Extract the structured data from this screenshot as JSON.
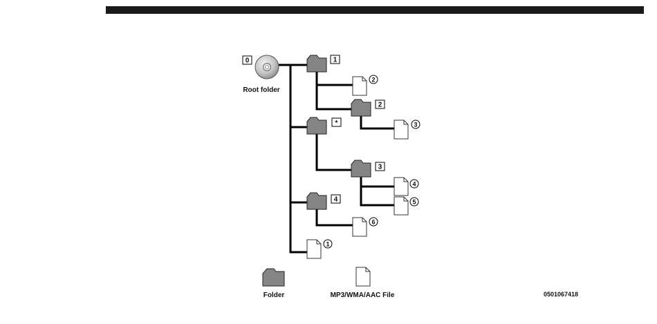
{
  "root": {
    "label": "Root folder",
    "number": "0"
  },
  "folders": [
    {
      "id": "folder-1",
      "number": "1"
    },
    {
      "id": "folder-2",
      "number": "2"
    },
    {
      "id": "folder-star",
      "number": "*"
    },
    {
      "id": "folder-3",
      "number": "3"
    },
    {
      "id": "folder-4",
      "number": "4"
    }
  ],
  "files": [
    {
      "id": "file-2",
      "number": "2"
    },
    {
      "id": "file-3",
      "number": "3"
    },
    {
      "id": "file-4",
      "number": "4"
    },
    {
      "id": "file-5",
      "number": "5"
    },
    {
      "id": "file-6",
      "number": "6"
    },
    {
      "id": "file-1",
      "number": "1"
    }
  ],
  "legend": {
    "folder_label": "Folder",
    "file_label": "MP3/WMA/AAC File"
  },
  "figure_id": "0501067418",
  "colors": {
    "folder": "#858585",
    "bar": "#1a1a1a"
  }
}
